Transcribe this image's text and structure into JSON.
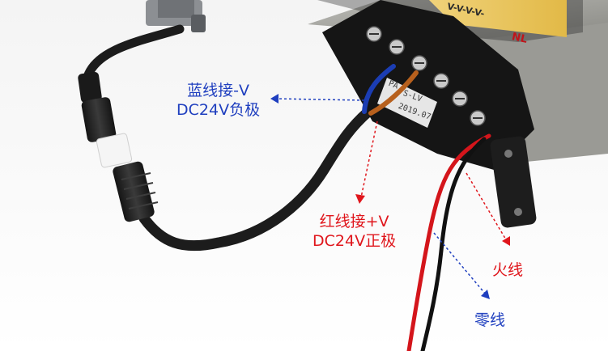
{
  "labels": {
    "blue": {
      "line1": "蓝线接-V",
      "line2": "DC24V负极"
    },
    "red": {
      "line1": "红线接+V",
      "line2": "DC24V正极"
    },
    "live": "火线",
    "neutral": "零线"
  },
  "psu": {
    "terminal_marks": "V-V-V-V-",
    "nl_mark": "NL",
    "plate_brand": "PA",
    "plate_code": "S-LV",
    "plate_date": "2019.07"
  },
  "colors": {
    "blue_label": "#1f3fbf",
    "red_label": "#e0161c",
    "red_wire": "#d4151b",
    "blue_wire": "#1b3db3",
    "cable": "#1c1c1c",
    "psu_body": "#8f8f8a",
    "psu_label": "#e8c45a"
  }
}
